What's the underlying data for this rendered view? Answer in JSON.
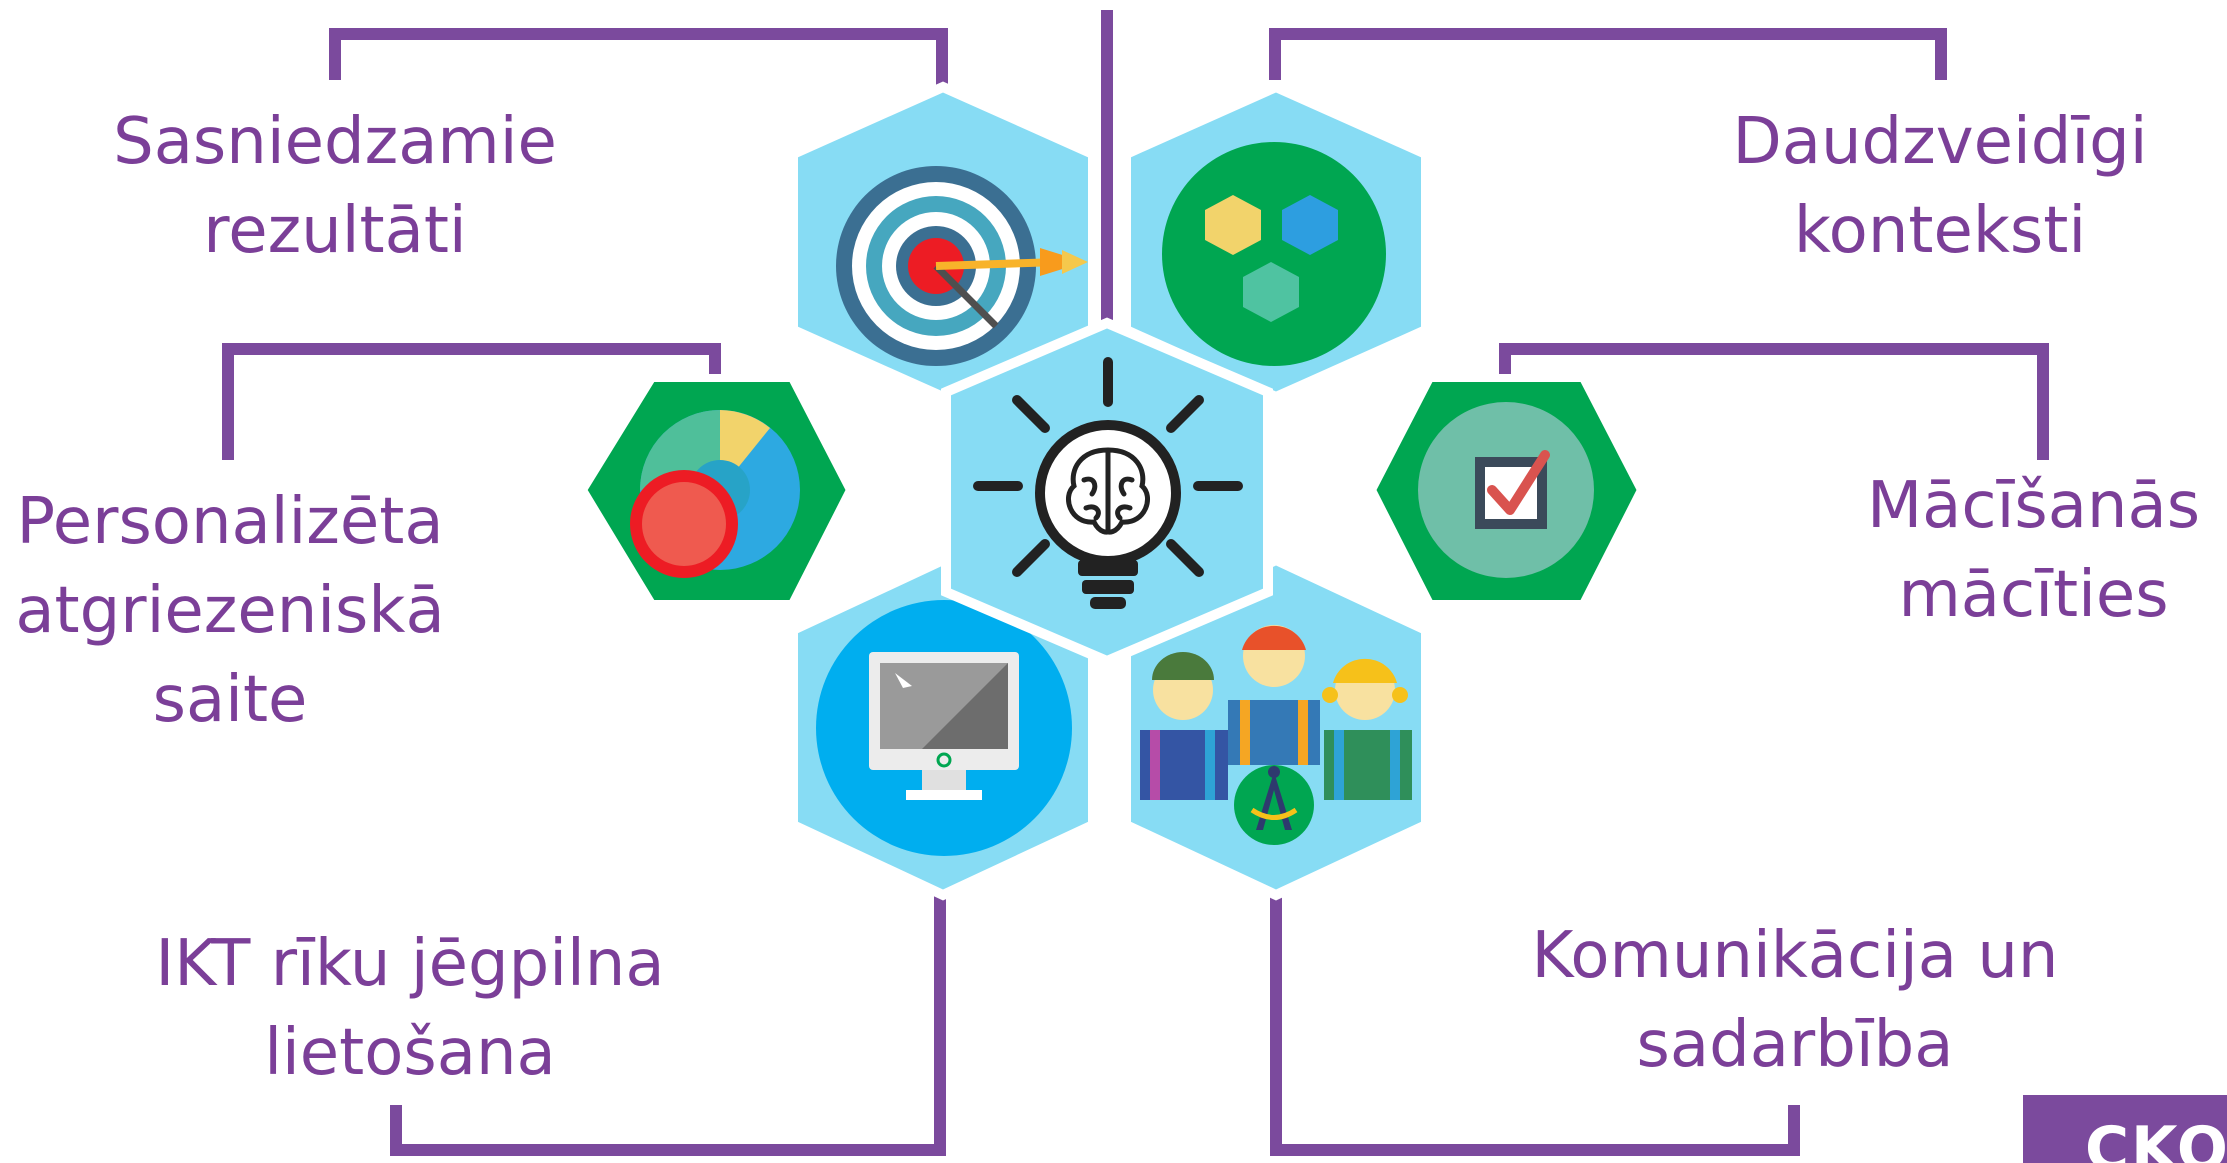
{
  "concepts": {
    "outcomes": {
      "line1": "Sasniedzamie",
      "line2": "rezultāti"
    },
    "contexts": {
      "line1": "Daudzveidīgi",
      "line2": "konteksti"
    },
    "feedback": {
      "line1": "Personalizēta",
      "line2": "atgriezeniskā",
      "line3": "saite"
    },
    "learning": {
      "line1": "Mācīšanās",
      "line2": "mācīties"
    },
    "ict": {
      "line1": "IKT rīku jēgpilna",
      "line2": "lietošana"
    },
    "collaboration": {
      "line1": "Komunikācija un",
      "line2": "sadarbība"
    }
  },
  "logo": {
    "text": "CKOI"
  },
  "colors": {
    "purple": "#7b3f98",
    "light_blue_hex": "#87dcf4",
    "green_hex": "#00a651",
    "dark_green": "#009a44",
    "screen_blue": "#00aeef"
  },
  "icons": {
    "center": "lightbulb-brain-icon",
    "top_left": "target-arrow-icon",
    "top_right": "hexagon-cluster-icon",
    "left": "pie-chart-magnifier-icon",
    "right": "checkbox-icon",
    "bottom_left": "computer-monitor-icon",
    "bottom_right": "students-group-icon"
  }
}
